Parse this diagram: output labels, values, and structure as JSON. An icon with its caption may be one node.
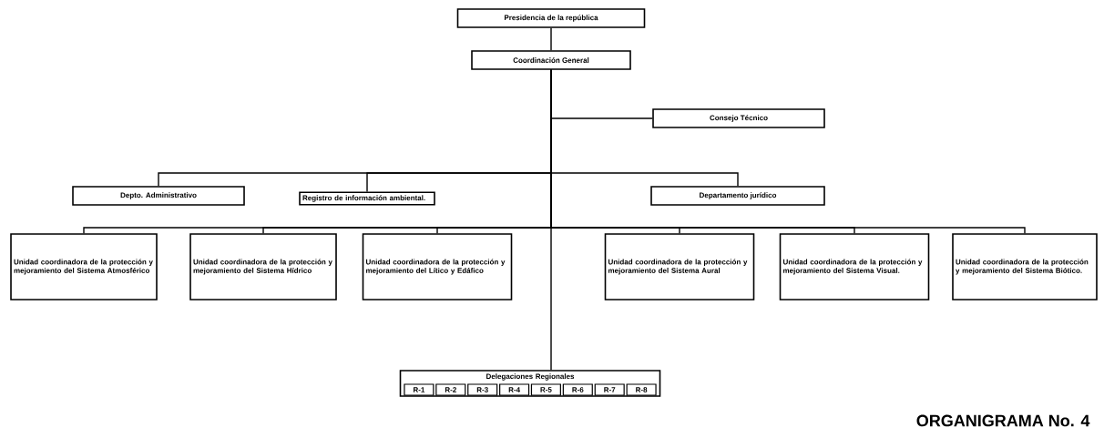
{
  "diagram": {
    "title": "ORGANIGRAMA No. 4",
    "nodes": [
      {
        "text": [
          "Presidencia de la república"
        ]
      },
      {
        "text": [
          "Coordinación General"
        ]
      },
      {
        "text": [
          "Consejo Técnico"
        ]
      },
      {
        "text": [
          "Depto. Administrativo"
        ]
      },
      {
        "text": [
          "Registro de información ambiental."
        ]
      },
      {
        "text": [
          "Departamento jurídico"
        ]
      },
      {
        "text": [
          "Unidad coordinadora de la protección y mejoramiento del Sistema Atmosférico"
        ]
      },
      {
        "text": [
          "Unidad coordinadora de la protección y mejoramiento del Sistema Hídrico"
        ]
      },
      {
        "text": [
          "Unidad coordinadora de la protección y mejoramiento del Lítico y Edáfico"
        ]
      },
      {
        "text": [
          "Unidad coordinadora de la protección y mejoramiento del Sistema Aural"
        ]
      },
      {
        "text": [
          "Unidad coordinadora de la protección y mejoramiento del Sistema Visual."
        ]
      },
      {
        "text": [
          "Unidad coordinadora de la protección y mejoramiento del Sistema Biótico."
        ]
      },
      {
        "text": [
          "Delegaciones Regionales"
        ]
      },
      {
        "text": [
          "R-1"
        ],
        "in": 12
      },
      {
        "text": [
          "R-2"
        ],
        "in": 12
      },
      {
        "text": [
          "R-3"
        ],
        "in": 12
      },
      {
        "text": [
          "R-4"
        ],
        "in": 12
      },
      {
        "text": [
          "R-5"
        ],
        "in": 12
      },
      {
        "text": [
          "R-6"
        ],
        "in": 12
      },
      {
        "text": [
          "R-7"
        ],
        "in": 12
      },
      {
        "text": [
          "R-8"
        ],
        "in": 12
      }
    ],
    "edges": [
      {
        "from": 0,
        "to": 1,
        "arrow": "none"
      },
      {
        "from": 1,
        "to": 2,
        "arrow": "none"
      },
      {
        "from": 1,
        "to": 3,
        "arrow": "none"
      },
      {
        "from": 1,
        "to": 4,
        "arrow": "none"
      },
      {
        "from": 1,
        "to": 5,
        "arrow": "none"
      },
      {
        "from": 1,
        "to": 6,
        "arrow": "none"
      },
      {
        "from": 1,
        "to": 7,
        "arrow": "none"
      },
      {
        "from": 1,
        "to": 8,
        "arrow": "none"
      },
      {
        "from": 1,
        "to": 9,
        "arrow": "none"
      },
      {
        "from": 1,
        "to": 10,
        "arrow": "none"
      },
      {
        "from": 1,
        "to": 11,
        "arrow": "none"
      },
      {
        "from": 1,
        "to": 12,
        "arrow": "none"
      }
    ]
  }
}
